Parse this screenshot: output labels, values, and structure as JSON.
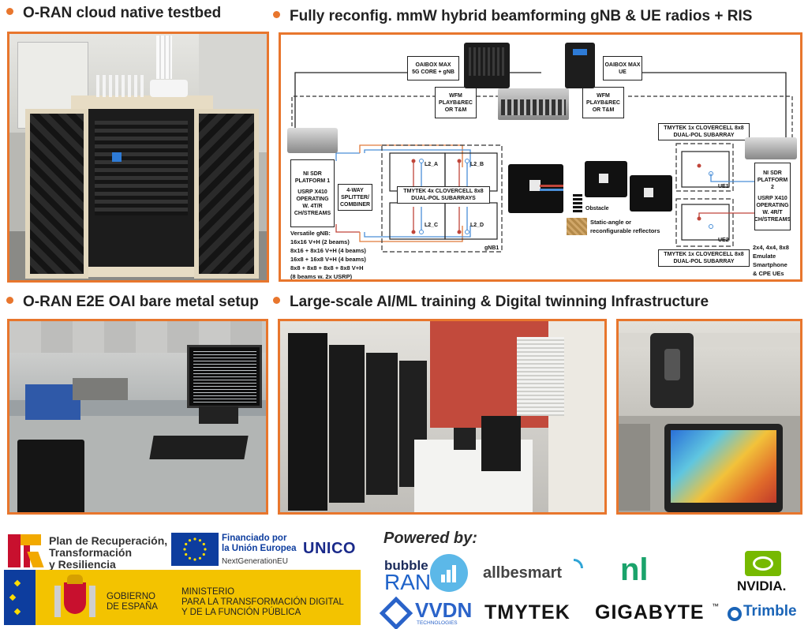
{
  "headers": {
    "testbed": "O-RAN cloud native testbed",
    "beamforming": "Fully reconfig. mmW hybrid beamforming gNB & UE radios + RIS",
    "e2e": "O-RAN E2E OAI bare metal setup",
    "aiml": "Large-scale AI/ML training & Digital twinning Infrastructure"
  },
  "diagram": {
    "oaibox_gnb": [
      "OAIBOX MAX",
      "5G CORE + gNB"
    ],
    "oaibox_ue": [
      "OAIBOX MAX",
      "UE"
    ],
    "wfm_left": [
      "WFM",
      "PLAYB&REC",
      "OR T&M"
    ],
    "wfm_right": [
      "WFM",
      "PLAYB&REC",
      "OR T&M"
    ],
    "ni_sdr_1": [
      "NI SDR",
      "PLATFORM 1",
      "",
      "USRP X410",
      "OPERATING",
      "W. 4T/R",
      "CH/STREAMS"
    ],
    "ni_sdr_2": [
      "NI SDR",
      "PLATFORM 2",
      "",
      "USRP X410",
      "OPERATING",
      "W. 4R/T",
      "CH/STREAMS"
    ],
    "splitter": [
      "4-WAY",
      "SPLITTER/",
      "COMBINER"
    ],
    "tmytek_gnb": [
      "TMYTEK 4x CLOVERCELL 8x8",
      "DUAL-POL SUBARRAYS"
    ],
    "tmytek_ue1": [
      "TMYTEK 1x CLOVERCELL 8x8",
      "DUAL-POL SUBARRAY"
    ],
    "tmytek_ue2": [
      "TMYTEK 1x CLOVERCELL 8x8",
      "DUAL-POL SUBARRAY"
    ],
    "l2a": "L2_A",
    "l2b": "L2_B",
    "l2c": "L2_C",
    "l2d": "L2_D",
    "gnb1": "gNB1",
    "ue1": "UE1",
    "ue2": "UE2",
    "obstacle": "Obstacle",
    "reflectors": [
      "Static-angle or",
      "reconfigurable reflectors"
    ],
    "versatile": [
      "Versatile gNB:",
      "16x16 V+H (2 beams)",
      "8x16 + 8x16 V+H (4 beams)",
      "16x8 + 16x8 V+H (4 beams)",
      "8x8 + 8x8 + 8x8 + 8x8 V+H",
      "(8 beams w. 2x USRP)"
    ],
    "ue_note": [
      "2x4, 4x4, 8x8",
      "Emulate",
      "Smartphone",
      "& CPE UEs"
    ]
  },
  "logos": {
    "plan": [
      "Plan de Recuperación,",
      "Transformación",
      "y Resiliencia"
    ],
    "eu_funded": [
      "Financiado por",
      "la Unión Europea"
    ],
    "next_gen": "NextGenerationEU",
    "unico": "UNICO",
    "gobierno": [
      "GOBIERNO",
      "DE ESPAÑA"
    ],
    "ministerio": [
      "MINISTERIO",
      "PARA LA TRANSFORMACIÓN DIGITAL",
      "Y DE LA FUNCIÓN PÚBLICA"
    ],
    "powered_by": "Powered by:",
    "bubble": "bubble",
    "ran": "RAN",
    "allbesmart": "allbesmart",
    "ni": "nl",
    "nvidia": "NVIDIA.",
    "vvdn": "VVDN",
    "vvdn_sub": "TECHNOLOGIES",
    "tmytek": "TMYTEK",
    "gigabyte": "GIGABYTE",
    "gigabyte_tm": "™",
    "trimble": "Trimble"
  },
  "colors": {
    "accent": "#e8762d",
    "eu_blue": "#0d3d9e",
    "gob_yellow": "#f3c300",
    "nvidia_green": "#76b900",
    "bubble_blue": "#1f63c9"
  }
}
